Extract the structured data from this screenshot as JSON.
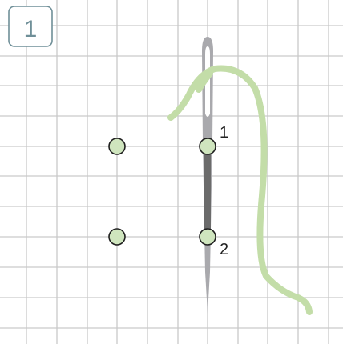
{
  "step": {
    "number": "1",
    "badge_border": "#6f8f98"
  },
  "grid": {
    "line_color": "#c9c9c9"
  },
  "needle": {
    "color": "#a9a9ad"
  },
  "thread": {
    "color": "#c3dda8"
  },
  "stitch": {
    "color": "#6b6b6b"
  },
  "holes": {
    "fill": "#cfe5be",
    "stroke": "#1f1f1f"
  },
  "labels": {
    "point_1": "1",
    "point_2": "2"
  }
}
